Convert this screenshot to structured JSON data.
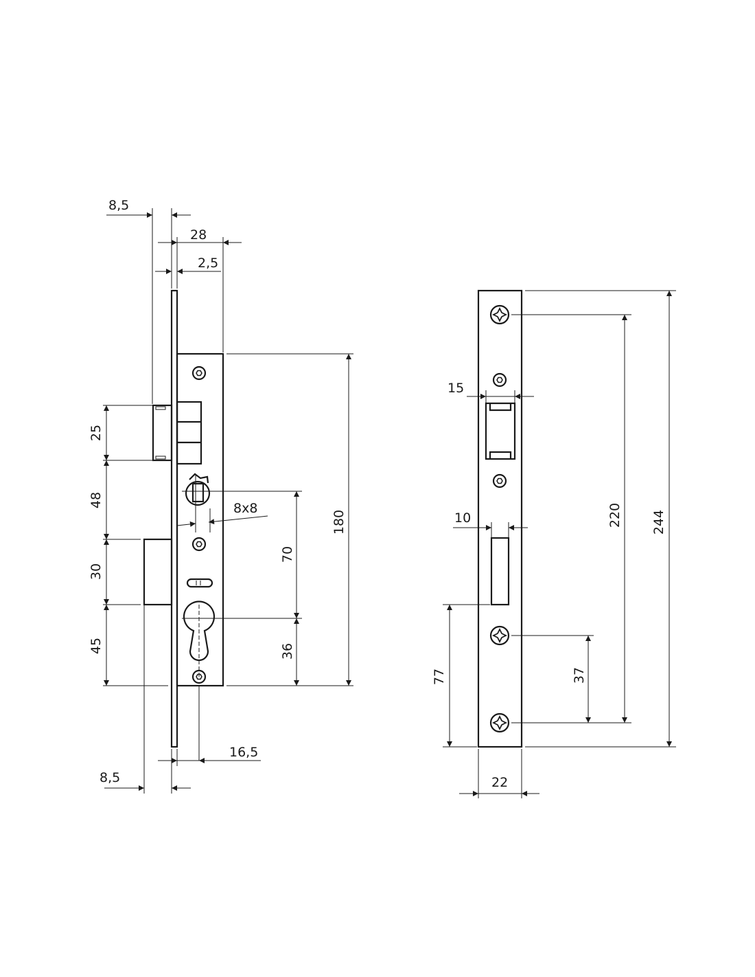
{
  "lock": {
    "dims": {
      "backset_top": "8,5",
      "case_depth": "28",
      "faceplate_thickness": "2,5",
      "case_height": "180",
      "follower_to_cylinder": "70",
      "cylinder_to_bottom": "36",
      "latch_height": "25",
      "latch_to_bolt": "48",
      "bolt_height": "30",
      "bolt_to_bottom": "45",
      "spindle": "8x8",
      "cylinder_offset": "16,5",
      "bolt_projection": "8,5"
    }
  },
  "strike": {
    "dims": {
      "latch_opening": "15",
      "bolt_opening": "10",
      "screw_span": "220",
      "total_height": "244",
      "lower_screws": "37",
      "bolt_to_bottom": "77",
      "width": "22"
    }
  }
}
